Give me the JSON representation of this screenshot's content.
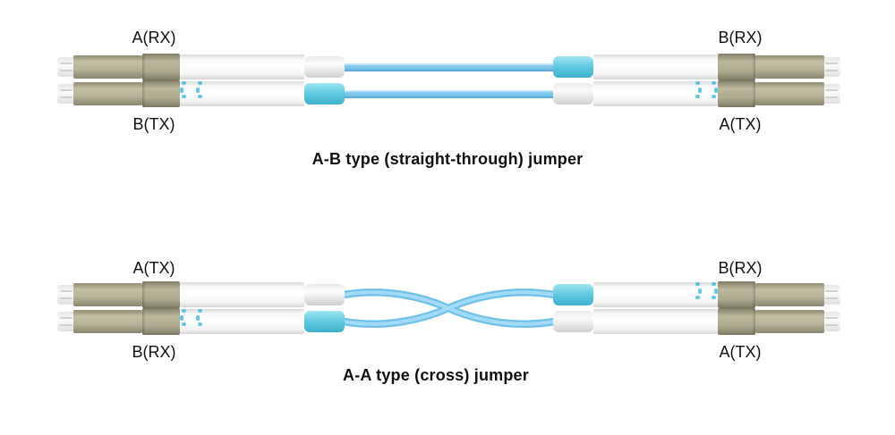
{
  "colors": {
    "red_stripe": "#ee1111",
    "boot_teal": "#5fc8de",
    "cable_blue": "#7ec8f0",
    "connector_khaki": "#b6b398",
    "text": "#111111",
    "background": "#ffffff"
  },
  "diagrams": [
    {
      "id": "straight-through",
      "cable_style": "straight",
      "caption": "A-B type (straight-through) jumper",
      "left": {
        "top_label": "A(RX)",
        "bottom_label": "B(TX)"
      },
      "right": {
        "top_label": "B(RX)",
        "bottom_label": "A(TX)"
      }
    },
    {
      "id": "cross",
      "cable_style": "cross",
      "caption": "A-A type (cross) jumper",
      "left": {
        "top_label": "A(TX)",
        "bottom_label": "B(RX)"
      },
      "right": {
        "top_label": "B(RX)",
        "bottom_label": "A(TX)"
      }
    }
  ]
}
